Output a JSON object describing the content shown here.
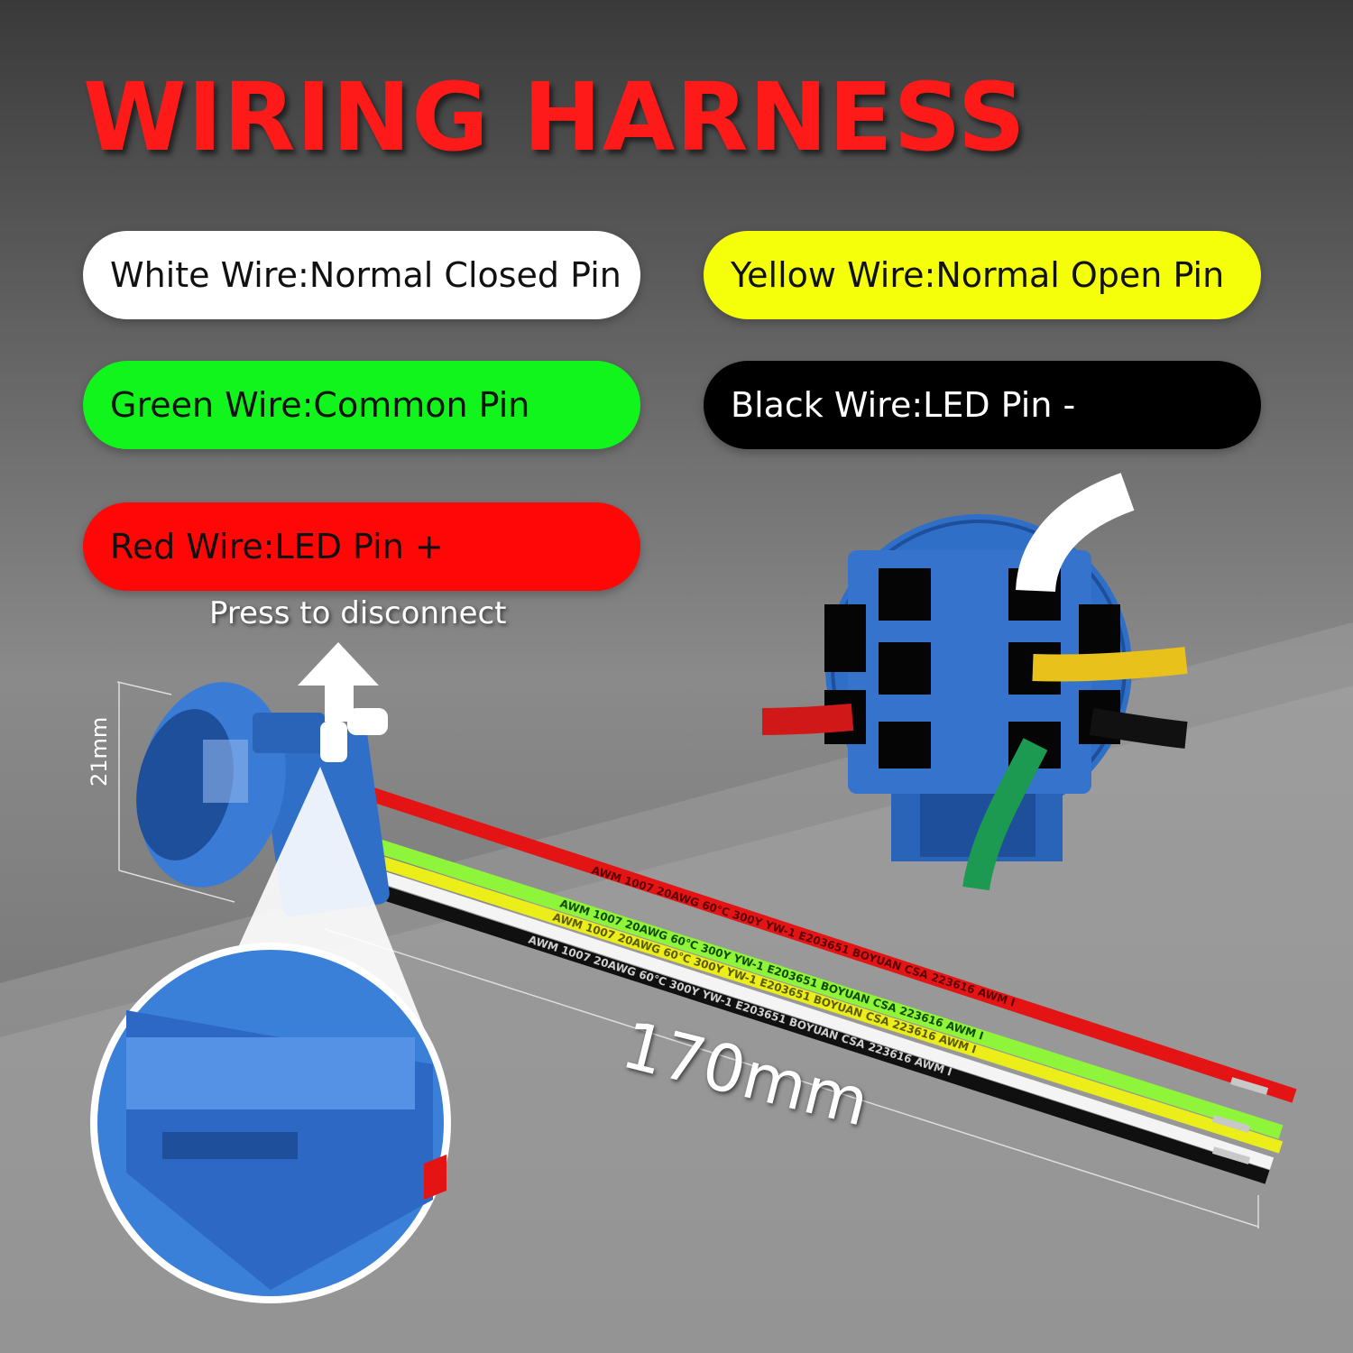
{
  "title": "WIRING HARNESS",
  "legend": [
    {
      "id": "white",
      "label": "White Wire:Normal Closed Pin",
      "color": "#ffffff"
    },
    {
      "id": "yellow",
      "label": "Yellow Wire:Normal Open Pin",
      "color": "#f5ff0a"
    },
    {
      "id": "green",
      "label": "Green Wire:Common Pin",
      "color": "#12f51c"
    },
    {
      "id": "black",
      "label": "Black Wire:LED Pin -",
      "color": "#000000"
    },
    {
      "id": "red",
      "label": "Red Wire:LED Pin +",
      "color": "#ff0707"
    }
  ],
  "annotations": {
    "press": "Press to disconnect",
    "length": "170mm",
    "diameter": "21mm"
  },
  "wire_print": {
    "red": "AWM  1007  20AWG  60℃  300Y  YW-1  E203651  BOYUAN  CSA  223616  AWM  I",
    "green": "AWM  1007  20AWG  60℃  300Y  YW-1  E203651  BOYUAN  CSA  223616  AWM  I",
    "yellow": "AWM  1007  20AWG  60℃  300Y  YW-1  E203651  BOYUAN  CSA  223616  AWM  I",
    "black": "AWM  1007  20AWG  60℃  300Y  YW-1  E203651  BOYUAN  CSA  223616  AWM  I"
  },
  "colors": {
    "connector": "#2f6fc7",
    "connector_dark": "#1e4f9a",
    "title": "#ff1a1a"
  }
}
